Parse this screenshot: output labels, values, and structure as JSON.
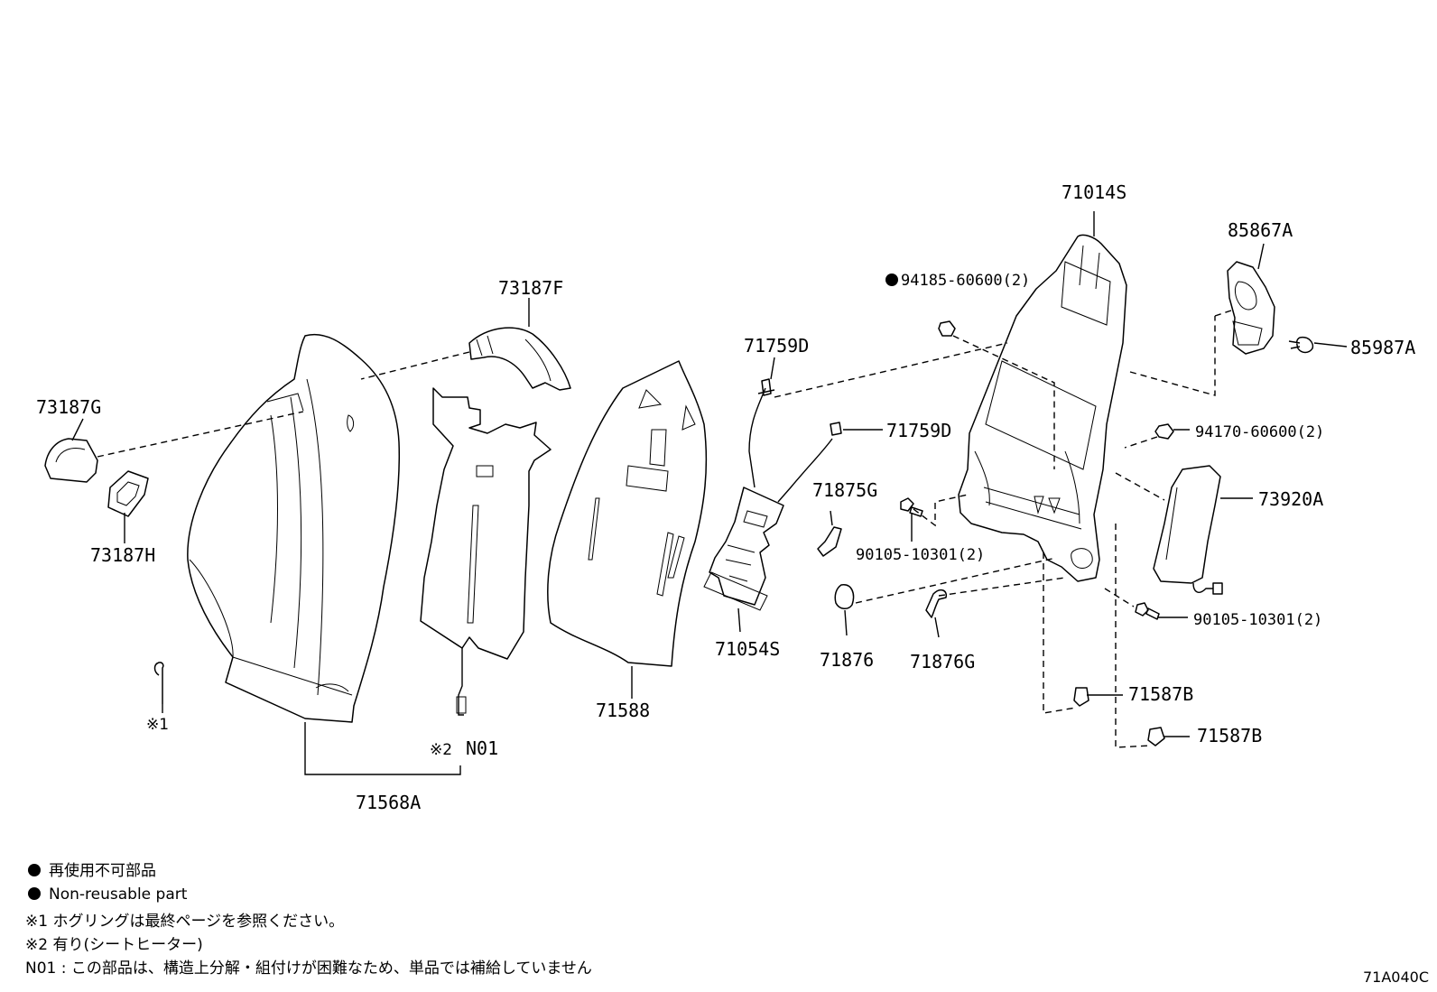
{
  "parts": {
    "p71014S": "71014S",
    "p85867A": "85867A",
    "p85987A": "85987A",
    "p94185": "94185-60600(2)",
    "p73187F": "73187F",
    "p73187G": "73187G",
    "p73187H": "73187H",
    "p71759D_a": "71759D",
    "p71759D_b": "71759D",
    "p94170": "94170-60600(2)",
    "p73920A": "73920A",
    "p71875G": "71875G",
    "p90105_a": "90105-10301(2)",
    "p90105_b": "90105-10301(2)",
    "p71054S": "71054S",
    "p71876": "71876",
    "p71876G": "71876G",
    "p71588": "71588",
    "p71587B_a": "71587B",
    "p71587B_b": "71587B",
    "p71568A": "71568A",
    "pN01": "N01",
    "ref1": "※1",
    "ref2": "※2"
  },
  "legend": {
    "line1": "再使用不可部品",
    "line2": "Non-reusable part",
    "note1": "※1 ホグリングは最終ページを参照ください。",
    "note2": "※2 有り(シートヒーター)",
    "note3": "N01 : この部品は、構造上分解・組付けが困難なため、単品では補給していません"
  },
  "diagram_code": "71A040C"
}
